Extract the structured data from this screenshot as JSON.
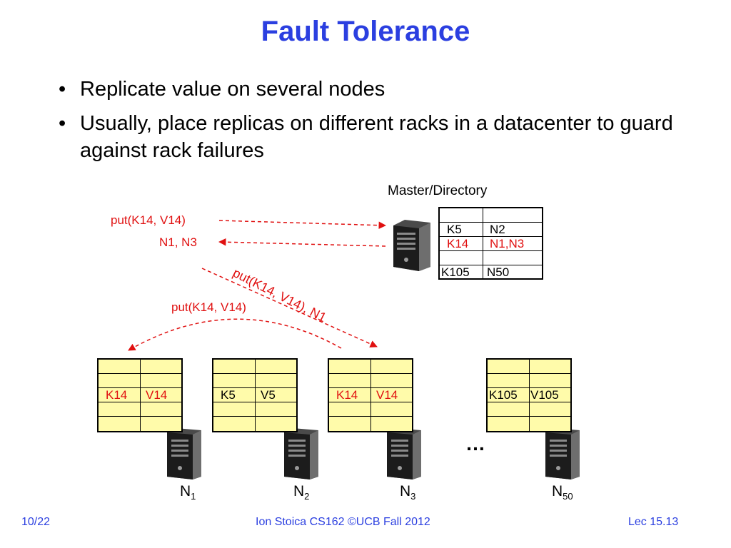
{
  "slide": {
    "title": "Fault Tolerance",
    "bullets": [
      "Replicate value on several nodes",
      "Usually, place replicas on different racks in a datacenter to guard against rack failures"
    ]
  },
  "diagram": {
    "master_label": "Master/Directory",
    "directory_rows": [
      {
        "key": "",
        "value": ""
      },
      {
        "key": "K5",
        "value": "N2"
      },
      {
        "key": "K14",
        "value": "N1,N3",
        "highlight": true
      },
      {
        "key": "",
        "value": ""
      },
      {
        "key": "K105",
        "value": "N50"
      }
    ],
    "client_put": "put(K14, V14)",
    "client_reply": "N1, N3",
    "forward_put": "put(K14, V14), N1",
    "replica_put": "put(K14, V14)",
    "nodes": [
      {
        "name": "N",
        "sub": "1",
        "key": "K14",
        "value": "V14",
        "highlight": true
      },
      {
        "name": "N",
        "sub": "2",
        "key": "K5",
        "value": "V5",
        "highlight": false
      },
      {
        "name": "N",
        "sub": "3",
        "key": "K14",
        "value": "V14",
        "highlight": true
      },
      {
        "name": "N",
        "sub": "50",
        "key": "K105",
        "value": "V105",
        "highlight": false
      }
    ],
    "ellipsis": "…",
    "colors": {
      "accent": "#e01010",
      "title": "#2b3fe0",
      "table_fill": "#fffbaa"
    }
  },
  "footer": {
    "page": "10/22",
    "center": "Ion Stoica CS162 ©UCB Fall 2012",
    "right": "Lec 15.13"
  }
}
